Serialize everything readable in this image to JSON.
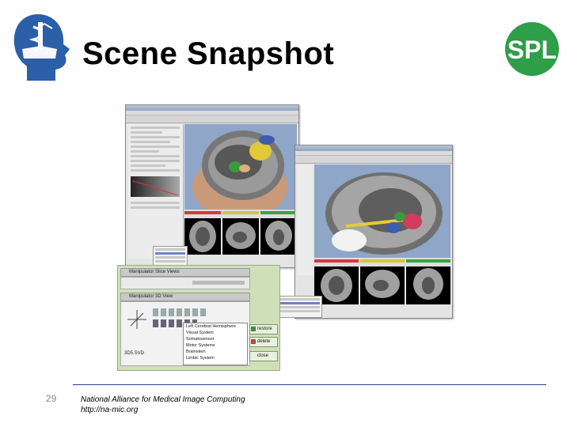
{
  "slide": {
    "title": "Scene Snapshot",
    "page_number": "29",
    "footer_line1": "National Alliance for Medical Image Computing",
    "footer_line2": "http://na-mic.org"
  },
  "logos": {
    "left": "slicer-head-icon",
    "right": "SPL"
  },
  "colors": {
    "title": "#000000",
    "footer_rule": "#2b3a8c",
    "spl_green": "#2e9e48",
    "slicer_blue": "#2b5fa8",
    "view3d_bg": "#8fa6c8",
    "red_slice": "#d23a3a",
    "yellow_slice": "#d8c53a",
    "green_slice": "#3ea33e"
  },
  "screenshot": {
    "manipulator_panels": [
      {
        "label": "Manipulator Slice Views"
      },
      {
        "label": "Manipulator 3D View"
      }
    ],
    "dropdown_items": [
      "Left Cerebral Hemisphere",
      "Visual System",
      "Somatosensor",
      "Motor Systems",
      "Brainstem",
      "Limbic System"
    ],
    "side_buttons": [
      "restore",
      "delete",
      "close"
    ],
    "status_text": "3D5.SVD"
  }
}
